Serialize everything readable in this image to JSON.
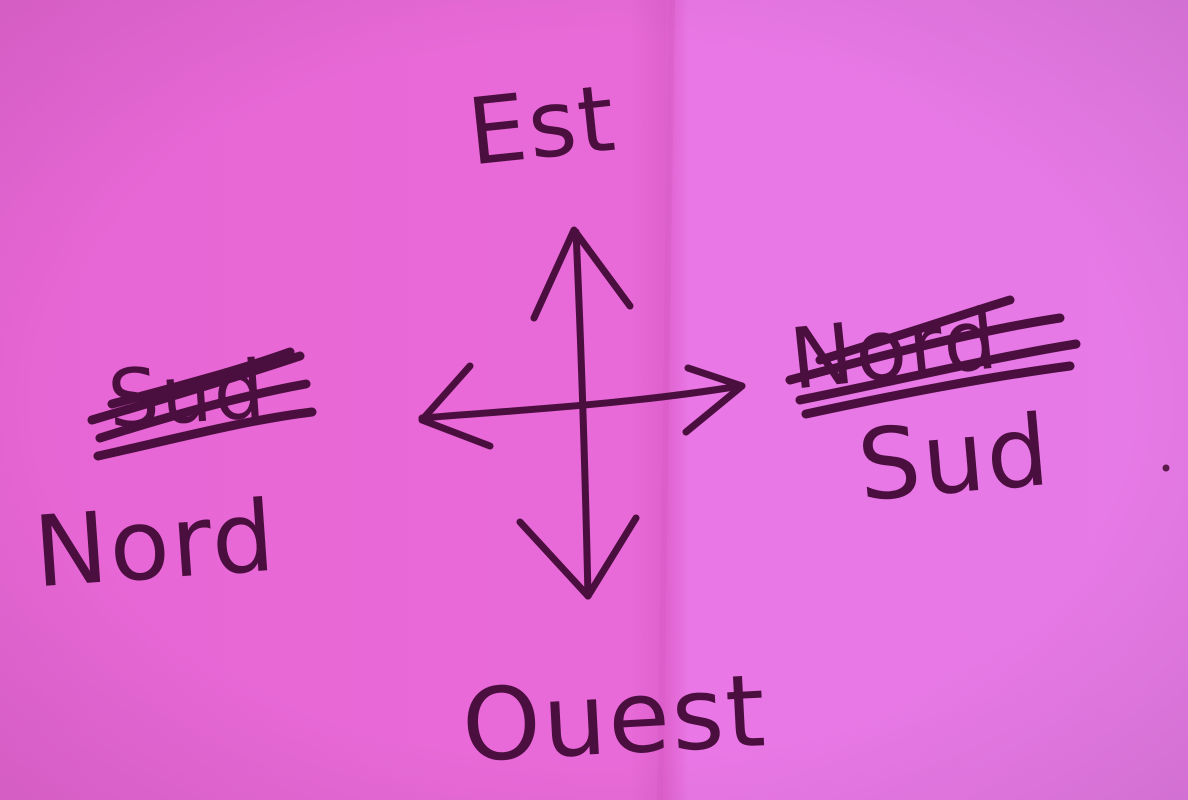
{
  "colors": {
    "paper_left": "#ea68d6",
    "paper_right": "#e873e4",
    "fold_shadow": "#d95ec8",
    "ink": "#4a0f3e"
  },
  "labels": {
    "top": "Est",
    "bottom": "Ouest",
    "left": "Nord",
    "right": "Sud",
    "left_crossed_out": "Sud",
    "right_crossed_out": "Nord"
  }
}
